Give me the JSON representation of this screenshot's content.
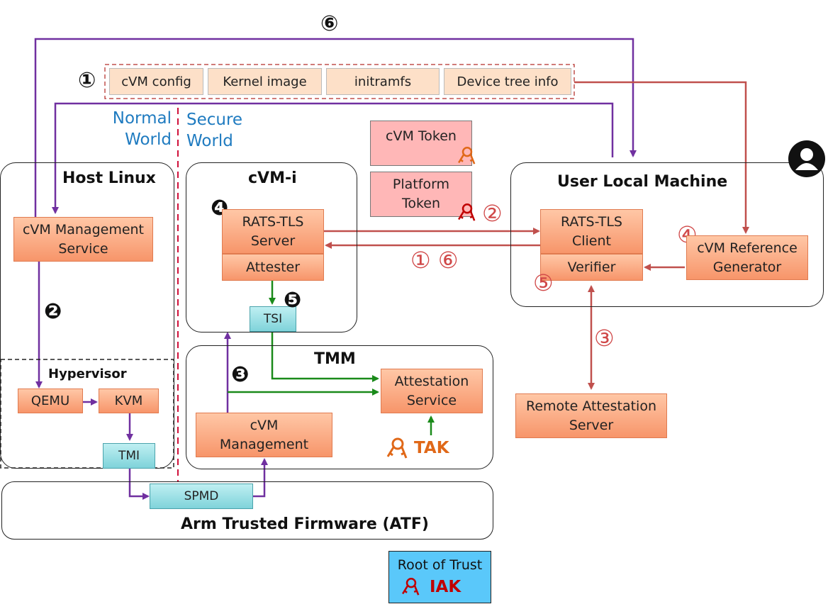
{
  "colors": {
    "purple": "#7030a0",
    "red": "#c0504d",
    "green": "#1a8a1a",
    "world_label": "#1f7bc0",
    "boundary": "#d0103a",
    "tak": "#e06818",
    "iak": "#c00000"
  },
  "markers": {
    "top_6": "⑥",
    "files_1": "①",
    "host_2": "❷",
    "cvmi_4": "❹",
    "tsi_5": "❺",
    "tmm_3": "❸",
    "token_2": "②",
    "link_16": "① ⑥",
    "ref_4": "④",
    "verifier_5": "⑤",
    "ras_3": "③"
  },
  "files": [
    "cVM config",
    "Kernel image",
    "initramfs",
    "Device tree info"
  ],
  "worlds": {
    "normal": [
      "Normal",
      "World"
    ],
    "secure": [
      "Secure",
      "World"
    ]
  },
  "host_linux": {
    "title": "Host Linux",
    "cvm_mgmt_service": [
      "cVM Management",
      "Service"
    ],
    "hypervisor": "Hypervisor",
    "qemu": "QEMU",
    "kvm": "KVM",
    "tmi": "TMI"
  },
  "cvm_i": {
    "title": "cVM-i",
    "rats_server": [
      "RATS-TLS",
      "Server"
    ],
    "attester": "Attester",
    "tsi": "TSI"
  },
  "tmm": {
    "title": "TMM",
    "attestation_service": [
      "Attestation",
      "Service"
    ],
    "cvm_management": [
      "cVM",
      "Management"
    ],
    "tak": "TAK"
  },
  "atf": {
    "title": "Arm Trusted Firmware (ATF)",
    "spmd": "SPMD"
  },
  "tokens": {
    "cvm_token": "cVM Token",
    "platform_token": [
      "Platform",
      "Token"
    ]
  },
  "user_machine": {
    "title": "User Local Machine",
    "rats_client": [
      "RATS-TLS",
      "Client"
    ],
    "verifier": "Verifier",
    "ref_generator": [
      "cVM Reference",
      "Generator"
    ],
    "user_icon": "user-icon"
  },
  "remote_attestation_server": [
    "Remote Attestation",
    "Server"
  ],
  "root_of_trust": {
    "title": "Root of Trust",
    "iak": "IAK"
  }
}
